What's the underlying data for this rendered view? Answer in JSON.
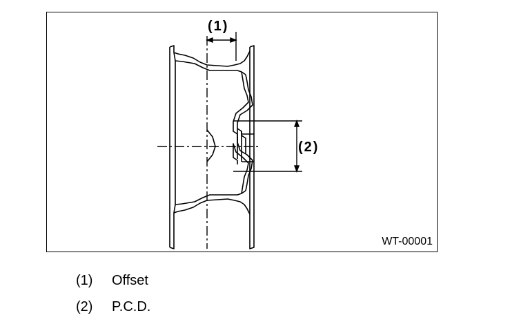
{
  "figure": {
    "id": "WT-00001",
    "callouts": {
      "offset": "(1)",
      "pcd": "(2)"
    }
  },
  "legend": [
    {
      "num": "(1)",
      "label": "Offset"
    },
    {
      "num": "(2)",
      "label": "P.C.D."
    }
  ]
}
